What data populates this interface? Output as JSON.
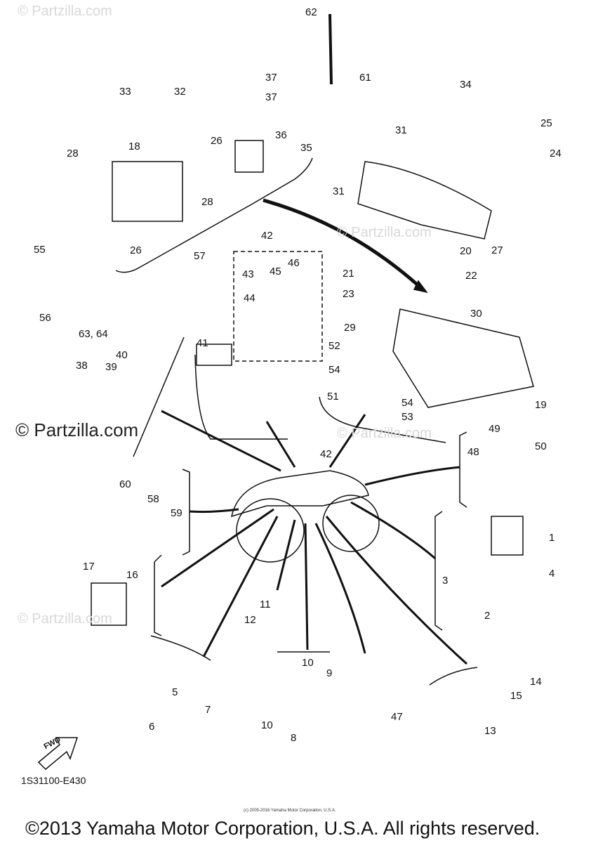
{
  "watermark": "© Partzilla.com",
  "diagram_code": "1S31100-E430",
  "copyright": "©2013 Yamaha Motor Corporation, U.S.A. All rights reserved.",
  "copyright_small": "(c) 2005-2016 Yamaha Motor Corporation, U.S.A.",
  "fwd_label": "FWD",
  "callouts": [
    "62",
    "37",
    "37",
    "33",
    "32",
    "36",
    "35",
    "18",
    "28",
    "26",
    "28",
    "26",
    "61",
    "34",
    "31",
    "25",
    "24",
    "31",
    "27",
    "20",
    "22",
    "21",
    "23",
    "42",
    "43",
    "45",
    "46",
    "44",
    "55",
    "57",
    "56",
    "63, 64",
    "40",
    "38",
    "39",
    "41",
    "29",
    "52",
    "54",
    "51",
    "30",
    "19",
    "54",
    "53",
    "42",
    "49",
    "48",
    "50",
    "60",
    "58",
    "59",
    "1",
    "17",
    "16",
    "4",
    "3",
    "2",
    "11",
    "12",
    "10",
    "9",
    "5",
    "7",
    "6",
    "10",
    "8",
    "47",
    "14",
    "15",
    "13"
  ]
}
